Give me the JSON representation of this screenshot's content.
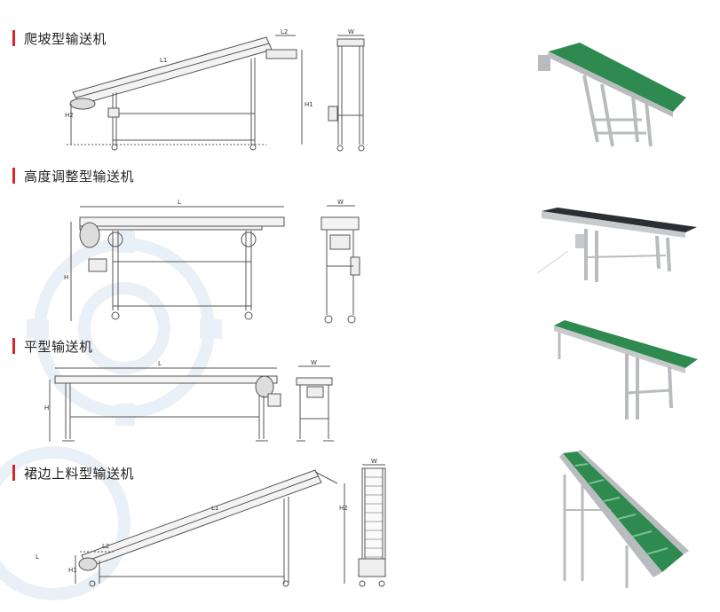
{
  "sections": [
    {
      "title": "爬坡型输送机",
      "dims": {
        "L1": "L1",
        "L2": "L2",
        "H1": "H1",
        "H2": "H2",
        "W": "W"
      }
    },
    {
      "title": "高度调整型输送机",
      "dims": {
        "L": "L",
        "H": "H",
        "W": "W"
      }
    },
    {
      "title": "平型输送机",
      "dims": {
        "L": "L",
        "H": "H",
        "W": "W"
      }
    },
    {
      "title": "裙边上料型输送机",
      "dims": {
        "L1": "L1",
        "L2": "L2",
        "H1": "H1",
        "H2": "H2",
        "W": "W",
        "L": "L"
      }
    }
  ],
  "colors": {
    "accent": "#d9242a",
    "belt_green": "#2e8a4e",
    "frame_gray": "#b9bcbf"
  }
}
